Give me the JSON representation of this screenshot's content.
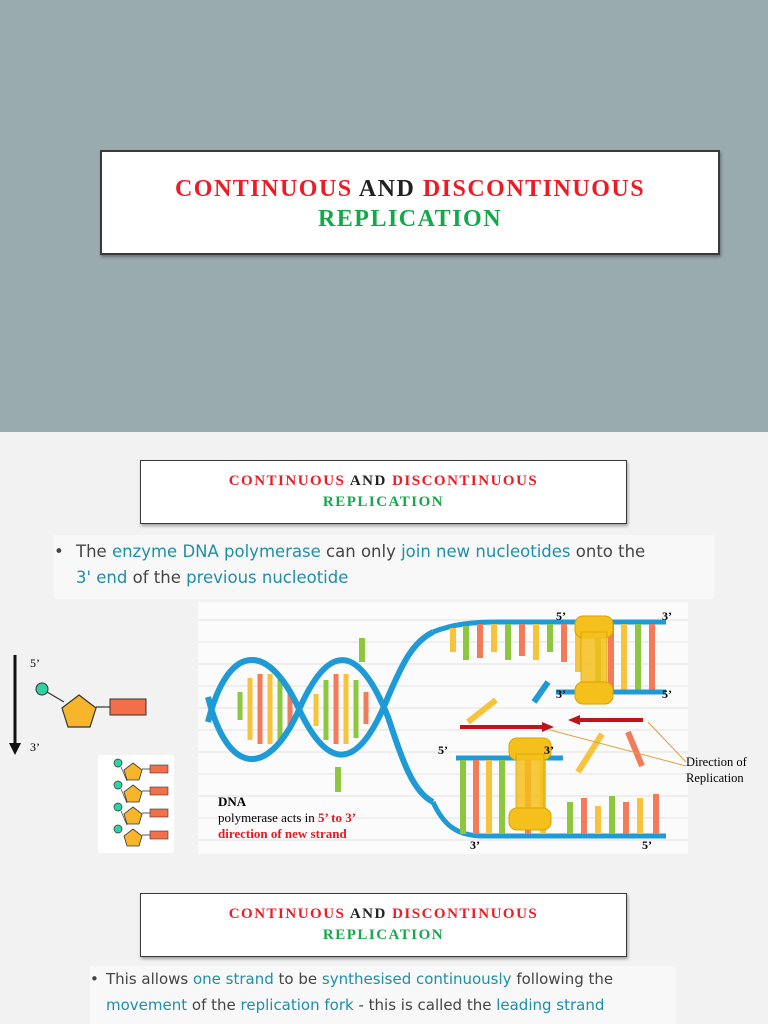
{
  "slide1": {
    "title": {
      "part1": "CONTINUOUS",
      "part2": " AND ",
      "part3": "DISCONTINUOUS",
      "line2": "REPLICATION"
    }
  },
  "slide2": {
    "title": {
      "part1": "CONTINUOUS",
      "part2": " AND ",
      "part3": "DISCONTINUOUS",
      "line2": "REPLICATION"
    },
    "bullet": {
      "s1": "The ",
      "h1": "enzyme DNA polymerase",
      "s2": " can only ",
      "h2": "join new nucleotides",
      "s3": " onto the",
      "h3": "3' end",
      "s4": " of the ",
      "h4": "previous nucleotide"
    },
    "nucleotide": {
      "top_label": "5’",
      "bottom_label": "3’"
    },
    "diagram": {
      "labels": {
        "top_5": "5’",
        "top_3": "3’",
        "mid_3": "3’",
        "mid_5": "5’",
        "lower_5": "5’",
        "lower_3": "3’",
        "bottom_3": "3’",
        "bottom_5": "5’"
      },
      "caption_dna": "DNA",
      "caption_line1a": "polymerase acts in ",
      "caption_line1b": "5’ to 3’",
      "caption_line2": "direction of new strand",
      "direction_label": "Direction of Replication"
    },
    "colors": {
      "strand": "#1e9bd7",
      "enzyme": "#f5c01c",
      "arrow": "#c0141c"
    }
  },
  "slide3": {
    "title": {
      "part1": "CONTINUOUS",
      "part2": " AND ",
      "part3": "DISCONTINUOUS",
      "line2": "REPLICATION"
    },
    "bullet": {
      "s1": "This allows ",
      "h1": "one strand",
      "s2": " to be ",
      "h2": "synthesised continuously",
      "s3": " following the",
      "h3": "movement",
      "s4": " of the ",
      "h4": "replication fork",
      "s5": " - this is called the ",
      "h5": "leading strand"
    }
  }
}
